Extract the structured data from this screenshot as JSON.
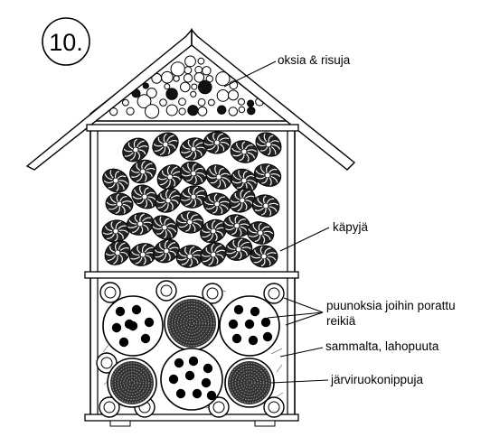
{
  "diagram": {
    "number": "10.",
    "labels": {
      "twigs": "oksia & risuja",
      "cones": "käpyjä",
      "drilled_branches_line1": "puunoksia joihin porattu",
      "drilled_branches_line2": "reikiä",
      "moss": "sammalta, lahopuuta",
      "reeds": "järviruokonippuja"
    }
  }
}
